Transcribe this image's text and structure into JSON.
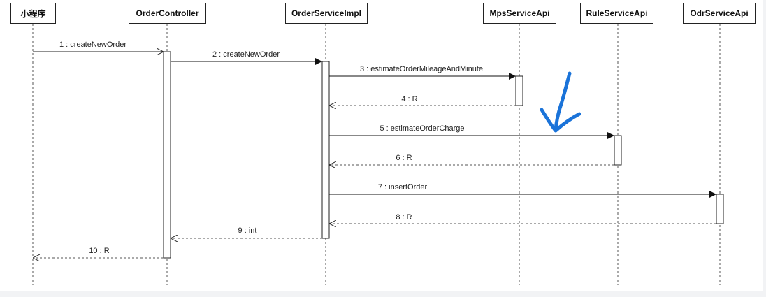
{
  "participants": [
    {
      "id": "p0",
      "label": "小程序"
    },
    {
      "id": "p1",
      "label": "OrderController"
    },
    {
      "id": "p2",
      "label": "OrderServiceImpl"
    },
    {
      "id": "p3",
      "label": "MpsServiceApi"
    },
    {
      "id": "p4",
      "label": "RuleServiceApi"
    },
    {
      "id": "p5",
      "label": "OdrServiceApi"
    }
  ],
  "messages": [
    {
      "label": "1 : createNewOrder",
      "from": "p0",
      "to": "p1",
      "kind": "call-async"
    },
    {
      "label": "2 : createNewOrder",
      "from": "p1",
      "to": "p2",
      "kind": "call"
    },
    {
      "label": "3 : estimateOrderMileageAndMinute",
      "from": "p2",
      "to": "p3",
      "kind": "call"
    },
    {
      "label": "4 : R",
      "from": "p3",
      "to": "p2",
      "kind": "return"
    },
    {
      "label": "5 : estimateOrderCharge",
      "from": "p2",
      "to": "p4",
      "kind": "call"
    },
    {
      "label": "6 : R",
      "from": "p4",
      "to": "p2",
      "kind": "return"
    },
    {
      "label": "7 : insertOrder",
      "from": "p2",
      "to": "p5",
      "kind": "call"
    },
    {
      "label": "8 : R",
      "from": "p5",
      "to": "p2",
      "kind": "return"
    },
    {
      "label": "9 : int",
      "from": "p2",
      "to": "p1",
      "kind": "return"
    },
    {
      "label": "10 : R",
      "from": "p1",
      "to": "p0",
      "kind": "return"
    }
  ],
  "colors": {
    "line": "#222222",
    "lifeline": "#555555",
    "annotation": "#1a73d9"
  },
  "annotation": {
    "icon": "hand-drawn-check-arrow-icon"
  }
}
